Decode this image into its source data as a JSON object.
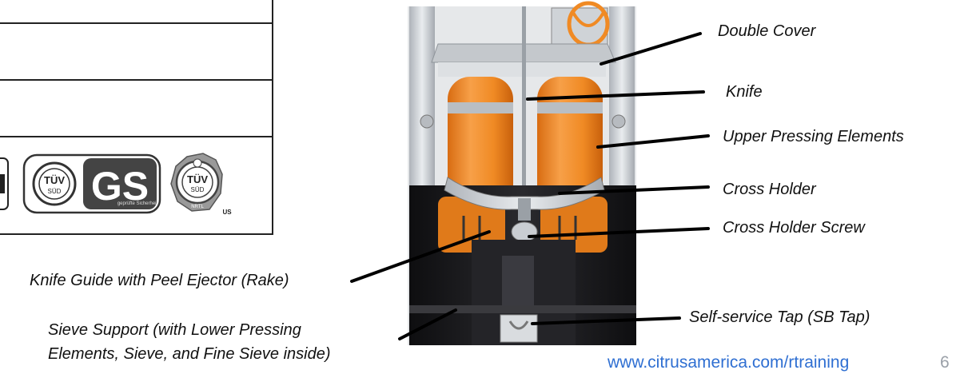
{
  "table": {
    "certifications": [
      {
        "name": "tuv-sud-gs",
        "text_1": "TÜV",
        "text_2": "SÜD",
        "text_3": "GS",
        "text_4": "geprüfte Sicherheit"
      },
      {
        "name": "tuv-sud-nrtl",
        "text_1": "TÜV",
        "text_2": "SÜD",
        "text_3": "NRTL",
        "text_4": "US"
      }
    ]
  },
  "labels": {
    "double_cover": "Double Cover",
    "knife": "Knife",
    "upper_pressing": "Upper Pressing Elements",
    "cross_holder": "Cross Holder",
    "cross_holder_screw": "Cross Holder Screw",
    "knife_guide": "Knife Guide with Peel Ejector (Rake)",
    "self_service_tap": "Self-service Tap (SB Tap)",
    "sieve_support": "Sieve Support (with Lower Pressing Elements, Sieve, and Fine Sieve inside)"
  },
  "footer": {
    "url": "www.citrusamerica.com/rtraining",
    "page": "6"
  },
  "colors": {
    "orange": "#f08a24",
    "dark_orange": "#d06a10",
    "steel": "#c9cdd2",
    "black_housing": "#1c1c1e",
    "url_blue": "#2f6fd2"
  }
}
